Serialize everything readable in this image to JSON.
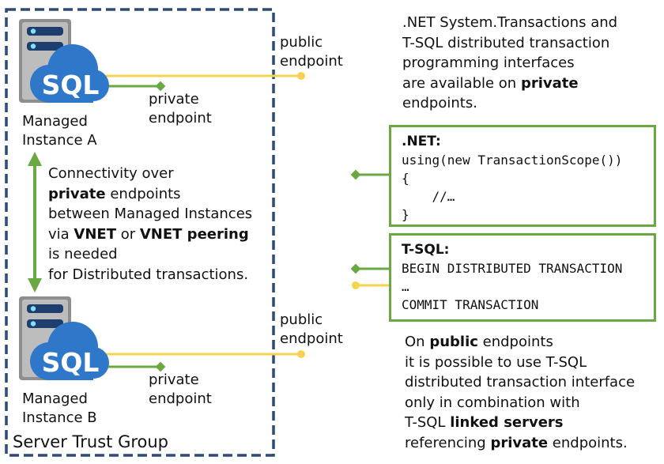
{
  "colors": {
    "green": "#6aa842",
    "yellow": "#f5d34f",
    "dash_blue": "#2e4a78",
    "sql_blue": "#2f77c9"
  },
  "group": {
    "label": "Server Trust Group"
  },
  "instances": [
    {
      "line1": "Managed",
      "line2": "Instance A",
      "icon": "sql-server-icon",
      "sql": "SQL"
    },
    {
      "line1": "Managed",
      "line2": "Instance B",
      "icon": "sql-server-icon",
      "sql": "SQL"
    }
  ],
  "endpoints": {
    "public": {
      "line1": "public",
      "line2": "endpoint"
    },
    "private": {
      "line1": "private",
      "line2": "endpoint"
    }
  },
  "connectivity": {
    "l1": "Connectivity over",
    "l2_bold": "private",
    "l2_rest": " endpoints",
    "l3": "between Managed Instances",
    "l4_pre": "via ",
    "l4_b1": "VNET",
    "l4_mid": " or ",
    "l4_b2": "VNET peering",
    "l5": "is needed",
    "l6": "for Distributed transactions."
  },
  "top_note": {
    "l1": ".NET System.Transactions and",
    "l2": "T-SQL distributed transaction",
    "l3": "programming interfaces",
    "l4_pre": "are available on ",
    "l4_bold": "private",
    "l5": "endpoints."
  },
  "dotnet_box": {
    "title": ".NET:",
    "lines": [
      "using(new TransactionScope())",
      "{",
      "    //…",
      "}"
    ]
  },
  "tsql_box": {
    "title": "T-SQL:",
    "lines": [
      "BEGIN DISTRIBUTED TRANSACTION",
      "…",
      "COMMIT TRANSACTION"
    ]
  },
  "bottom_note": {
    "l1_pre": "On ",
    "l1_bold": "public",
    "l1_rest": " endpoints",
    "l2": "it is possible to use T-SQL",
    "l3": "distributed transaction interface",
    "l4": "only in combination with",
    "l5_pre": "T-SQL ",
    "l5_bold": "linked servers",
    "l6_pre": "referencing ",
    "l6_bold": "private",
    "l6_rest": " endpoints."
  }
}
